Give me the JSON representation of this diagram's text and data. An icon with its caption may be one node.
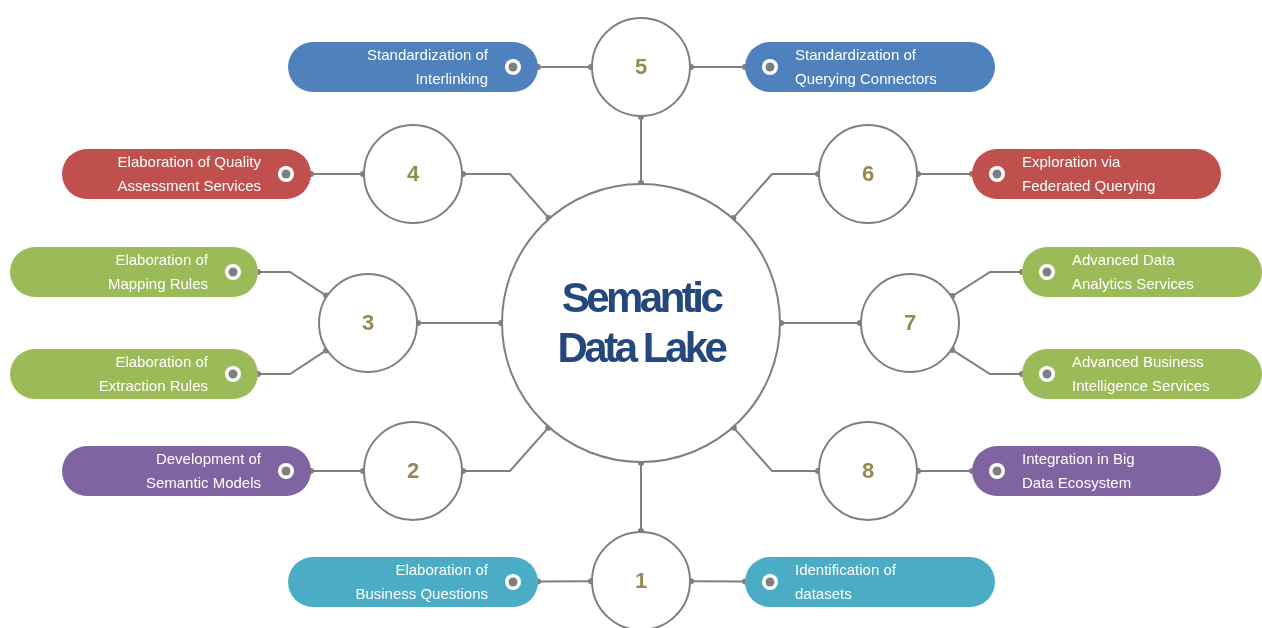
{
  "diagram": {
    "nodes": [
      {
        "text": [
          "Semantic Data Lake"
        ]
      },
      {
        "text": [
          "Standardization of Interlinking"
        ]
      },
      {
        "text": [
          "5"
        ]
      },
      {
        "text": [
          "Standardization of Querying Connectors"
        ]
      },
      {
        "text": [
          "Elaboration of Quality Assessment Services"
        ]
      },
      {
        "text": [
          "4"
        ]
      },
      {
        "text": [
          "6"
        ]
      },
      {
        "text": [
          "Exploration via Federated Querying"
        ]
      },
      {
        "text": [
          "Elaboration of Mapping Rules"
        ]
      },
      {
        "text": [
          "3"
        ]
      },
      {
        "text": [
          "7"
        ]
      },
      {
        "text": [
          "Advanced Data Analytics Services"
        ]
      },
      {
        "text": [
          "Elaboration of Extraction Rules"
        ]
      },
      {
        "text": [
          "Advanced Business Intelligence Services"
        ]
      },
      {
        "text": [
          "Development of Semantic Models"
        ]
      },
      {
        "text": [
          "2"
        ]
      },
      {
        "text": [
          "8"
        ]
      },
      {
        "text": [
          "Integration in Big Data Ecosystem"
        ]
      },
      {
        "text": [
          "Elaboration of Business Questions"
        ]
      },
      {
        "text": [
          "1"
        ]
      },
      {
        "text": [
          "Identification of datasets"
        ]
      }
    ],
    "edges": [
      {
        "from": 2,
        "to": 0,
        "arrow": "other"
      },
      {
        "from": 2,
        "to": 1,
        "arrow": "other"
      },
      {
        "from": 2,
        "to": 3,
        "arrow": "other"
      },
      {
        "from": 5,
        "to": 0,
        "arrow": "other"
      },
      {
        "from": 5,
        "to": 4,
        "arrow": "other"
      },
      {
        "from": 6,
        "to": 0,
        "arrow": "other"
      },
      {
        "from": 6,
        "to": 7,
        "arrow": "other"
      },
      {
        "from": 9,
        "to": 0,
        "arrow": "other"
      },
      {
        "from": 9,
        "to": 8,
        "arrow": "other"
      },
      {
        "from": 9,
        "to": 12,
        "arrow": "other"
      },
      {
        "from": 10,
        "to": 0,
        "arrow": "other"
      },
      {
        "from": 10,
        "to": 11,
        "arrow": "other"
      },
      {
        "from": 10,
        "to": 13,
        "arrow": "other"
      },
      {
        "from": 15,
        "to": 0,
        "arrow": "other"
      },
      {
        "from": 15,
        "to": 14,
        "arrow": "other"
      },
      {
        "from": 16,
        "to": 0,
        "arrow": "other"
      },
      {
        "from": 16,
        "to": 17,
        "arrow": "other"
      },
      {
        "from": 19,
        "to": 0,
        "arrow": "other"
      },
      {
        "from": 19,
        "to": 18,
        "arrow": "other"
      },
      {
        "from": 19,
        "to": 20,
        "arrow": "other"
      }
    ]
  }
}
